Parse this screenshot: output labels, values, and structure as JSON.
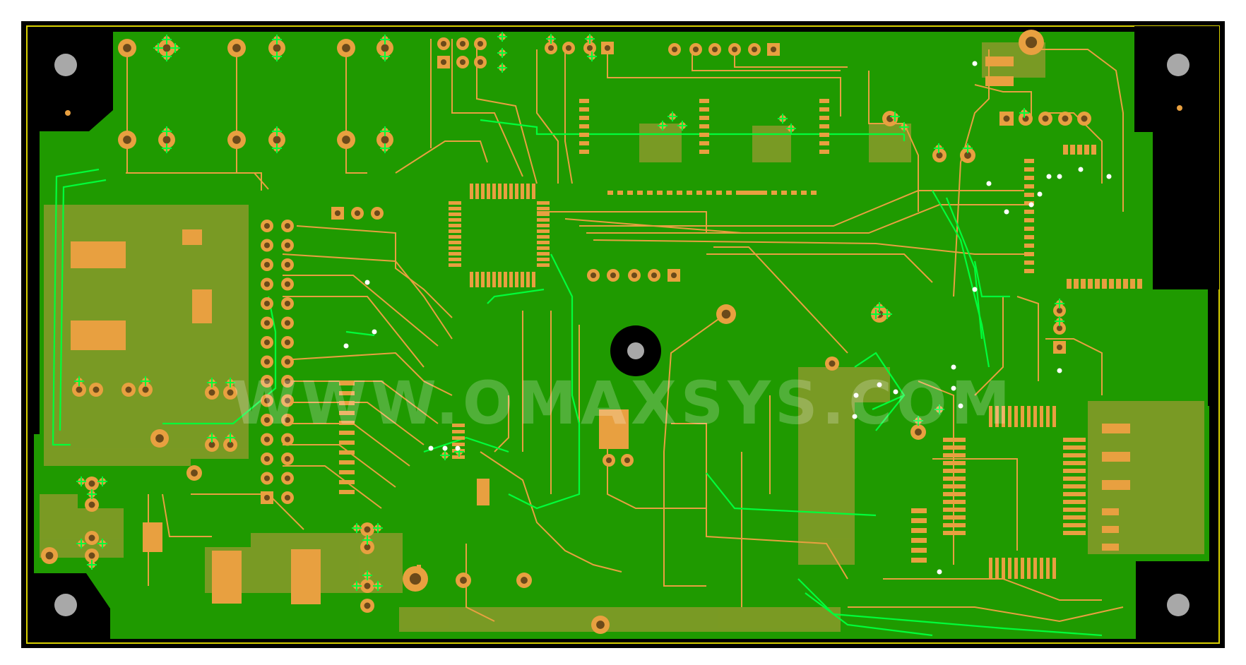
{
  "watermark": {
    "text": "WWW.OMAXSYS.COM"
  },
  "colors": {
    "page_background": "#ffffff",
    "board_background": "#000000",
    "board_outline": "#d8d000",
    "copper_pour": "#1f9a00",
    "copper_pour_hatched": "#8a9a2a",
    "trace": "#e8a040",
    "pad": "#e8a040",
    "pad_hole": "#6b4a1a",
    "via_marker": "#00ff3a",
    "bottom_trace": "#00ff3a",
    "mounting_hole": "#a8a8a8",
    "watermark": "rgba(255,255,255,0.22)"
  },
  "layers": {
    "outline": "board-outline",
    "pour": "ground-pour",
    "copper": "top-copper",
    "bottom": "bottom-copper"
  }
}
